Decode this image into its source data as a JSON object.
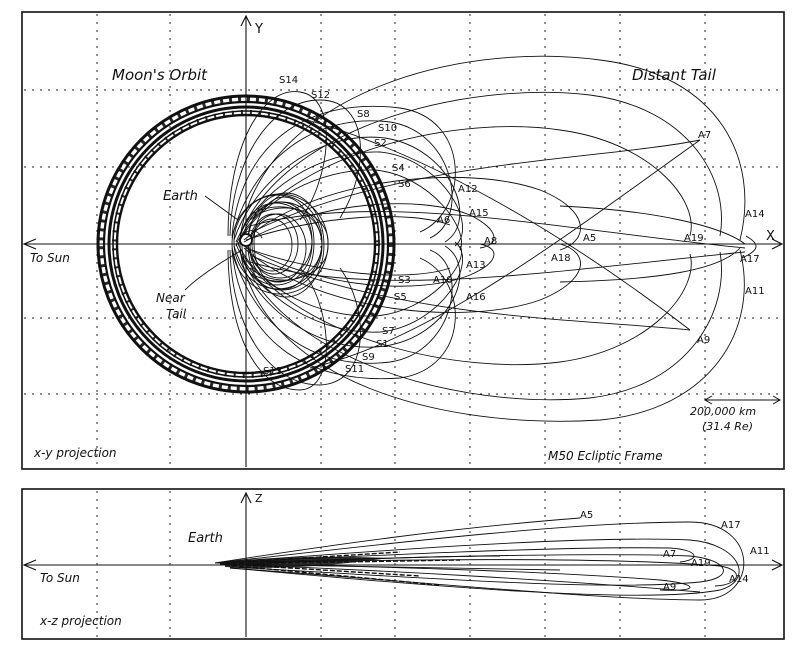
{
  "top_panel": {
    "y_axis_label": "Y",
    "x_axis_label": "X",
    "to_sun_label": "To Sun",
    "moon_orbit_label": "Moon's Orbit",
    "distant_tail_label": "Distant Tail",
    "earth_label": "Earth",
    "near_tail_label_1": "Near",
    "near_tail_label_2": "Tail",
    "scale_label_1": "200,000 km",
    "scale_label_2": "(31.4 Re)",
    "projection_label": "x-y projection",
    "frame_label": "M50 Ecliptic Frame",
    "orbit_labels": {
      "S14": "S14",
      "S12": "S12",
      "S8": "S8",
      "S10": "S10",
      "S2": "S2",
      "S4": "S4",
      "S6": "S6",
      "S3": "S3",
      "S5": "S5",
      "S7": "S7",
      "S1": "S1",
      "S9": "S9",
      "S11": "S11",
      "S13": "S13",
      "A12": "A12",
      "A6": "A6",
      "A15": "A15",
      "A8": "A8",
      "A13": "A13",
      "A10": "A10",
      "A16": "A16",
      "A18": "A18",
      "A5": "A5",
      "A7": "A7",
      "A14": "A14",
      "A19": "A19",
      "A17": "A17",
      "A11": "A11",
      "A9": "A9"
    }
  },
  "bottom_panel": {
    "z_axis_label": "Z",
    "to_sun_label": "To Sun",
    "earth_label": "Earth",
    "projection_label": "x-z projection",
    "orbit_labels": {
      "A5": "A5",
      "A17": "A17",
      "A7": "A7",
      "A19": "A19",
      "A11": "A11",
      "A14": "A14",
      "A9": "A9"
    }
  },
  "colors": {
    "ink": "#111111",
    "paper": "#ffffff"
  }
}
